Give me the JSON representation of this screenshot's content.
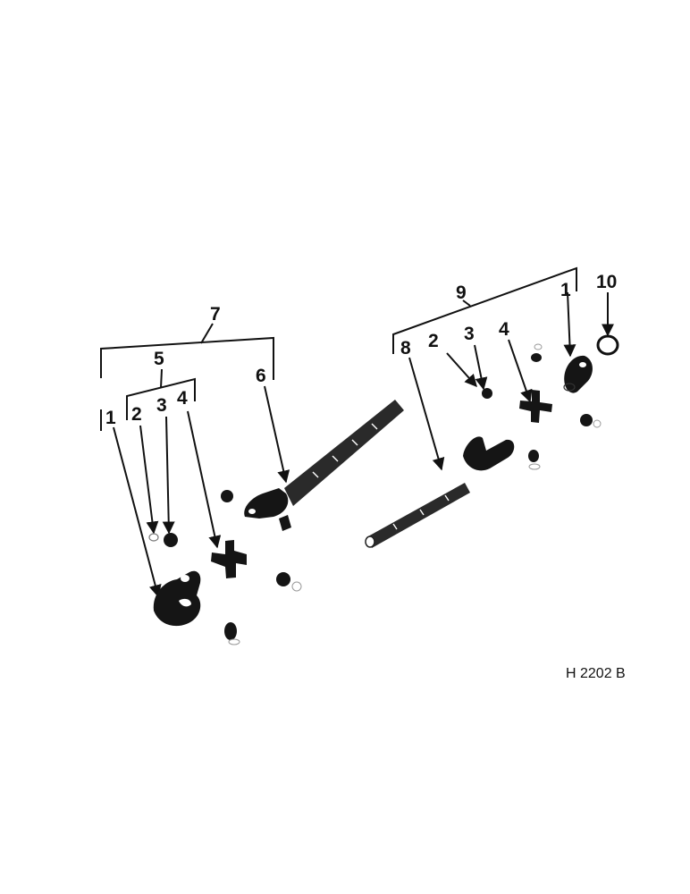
{
  "diagram": {
    "drawing_code": "H 2202 B",
    "callouts": {
      "left_group_7": "7",
      "left_group_5": "5",
      "left_yoke_1": "1",
      "left_2": "2",
      "left_3": "3",
      "left_4": "4",
      "shaft_6": "6",
      "right_group_9": "9",
      "shaft_8": "8",
      "right_2": "2",
      "right_3": "3",
      "right_4": "4",
      "right_yoke_1": "1",
      "ring_10": "10"
    }
  }
}
